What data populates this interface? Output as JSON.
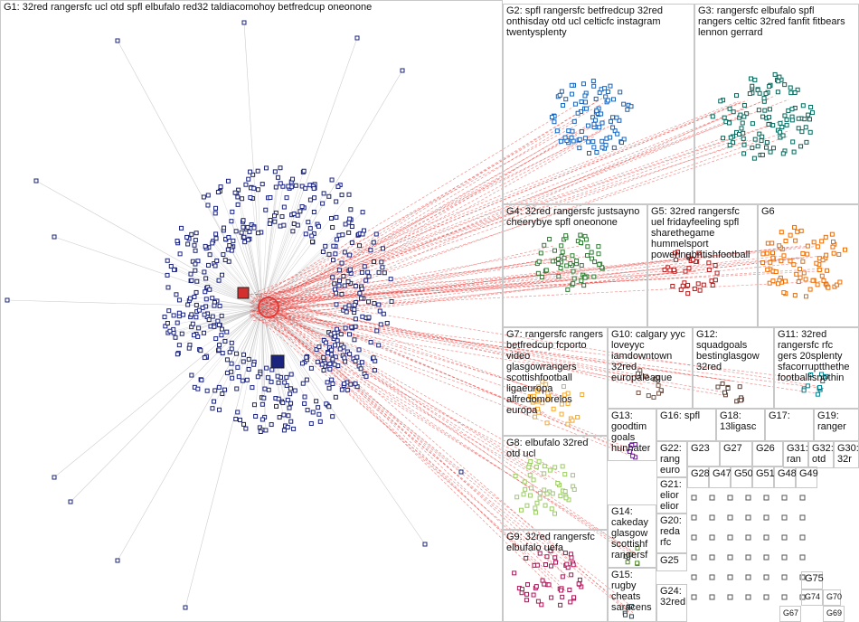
{
  "groups": [
    {
      "id": "G1",
      "label": "G1: 32red rangersfc ucl otd spfl elbufalo red32 taldiacomohoy betfredcup oneonone"
    },
    {
      "id": "G2",
      "label": "G2: spfl rangersfc betfredcup 32red\nonthisday otd ucl celticfc instagram\ntwentysplenty"
    },
    {
      "id": "G3",
      "label": "G3: rangersfc elbufalo spfl\nrangers celtic 32red fanfit fitbears\nlennon gerrard"
    },
    {
      "id": "G4",
      "label": "G4: 32red rangersfc justsayno\ncheerybye spfl oneonone"
    },
    {
      "id": "G5",
      "label": "G5: 32red rangersfc\nuel fridayfeeling spfl\nsharethegame\nhummelsport\npoweringbritishfootball"
    },
    {
      "id": "G6",
      "label": "G6"
    },
    {
      "id": "G7",
      "label": "G7: rangersfc rangers\nbetfredcup fcporto\nvideo\nglasgowrangers\nscottishfootball\nligaeuropa\nalfredomorelos\neuropa"
    },
    {
      "id": "G10",
      "label": "G10: calgary yyc\nloveyyc\niamdowntown\n32red\neuropaleague"
    },
    {
      "id": "G12",
      "label": "G12:\nsquadgoals\nbestinglasgow\n32red"
    },
    {
      "id": "G11",
      "label": "G11: 32red\nrangersfc rfc\ngers 20splenty\nsfacorruptthethe\nfootballisnothin"
    },
    {
      "id": "G13",
      "label": "G13:\ngoodtim\ngoals\nhunhater"
    },
    {
      "id": "G16",
      "label": "G16: spfl"
    },
    {
      "id": "G18",
      "label": "G18:\n13ligasc"
    },
    {
      "id": "G17",
      "label": "G17:"
    },
    {
      "id": "G19",
      "label": "G19:\nranger"
    },
    {
      "id": "G8",
      "label": "G8: elbufalo 32red\notd ucl"
    },
    {
      "id": "G22",
      "label": "G22:\nrang\neuro"
    },
    {
      "id": "G23",
      "label": "G23"
    },
    {
      "id": "G27",
      "label": "G27"
    },
    {
      "id": "G26",
      "label": "G26"
    },
    {
      "id": "G31",
      "label": "G31:\nran"
    },
    {
      "id": "G32",
      "label": "G32:\notd"
    },
    {
      "id": "G30",
      "label": "G30:\n32r"
    },
    {
      "id": "G21",
      "label": "G21:\nelior\nelior"
    },
    {
      "id": "G28",
      "label": "G28"
    },
    {
      "id": "G47",
      "label": "G47"
    },
    {
      "id": "G50",
      "label": "G50"
    },
    {
      "id": "G51",
      "label": "G51"
    },
    {
      "id": "G48",
      "label": "G48"
    },
    {
      "id": "G49",
      "label": "G49"
    },
    {
      "id": "G14",
      "label": "G14:\ncakeday\nglasgow\nscottishf\nrangersf"
    },
    {
      "id": "G20",
      "label": "G20:\nreda\nrfc"
    },
    {
      "id": "G25",
      "label": "G25"
    },
    {
      "id": "G9",
      "label": "G9: 32red rangersfc\nelbufalo uefa"
    },
    {
      "id": "G15",
      "label": "G15:\nrugby\ncheats\nsaracens"
    },
    {
      "id": "G24",
      "label": "G24:\n32red"
    },
    {
      "id": "G70",
      "label": "G70"
    },
    {
      "id": "G75",
      "label": "G75"
    },
    {
      "id": "G74",
      "label": "G74"
    },
    {
      "id": "G67",
      "label": "G67"
    },
    {
      "id": "G69",
      "label": "G69"
    }
  ],
  "colors": {
    "G1": "#1a237e",
    "G2": "#1565c0",
    "G3": "#00695c",
    "G4": "#2e7d32",
    "G5": "#b71c1c",
    "G6": "#ef6c00",
    "G7": "#f9a825",
    "G8": "#9ccc65",
    "G9": "#ad1457",
    "G10": "#795548",
    "G11": "#00838f",
    "G12": "#5d4037",
    "G13": "#6a1b9a",
    "G14": "#558b2f",
    "G15": "#37474f",
    "edge_gray": "#b8b8b8",
    "edge_red": "#e53935",
    "border": "#c8c8c8"
  }
}
